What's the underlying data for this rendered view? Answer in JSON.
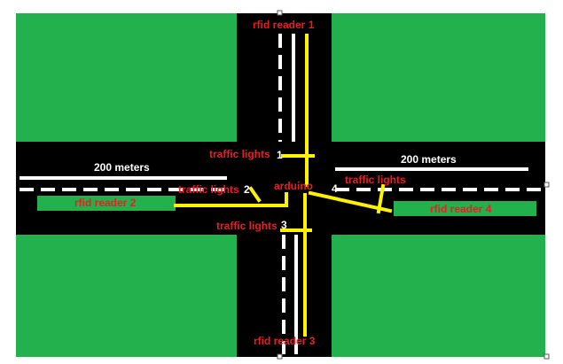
{
  "labels": {
    "rfid_reader_1": "rfid reader 1",
    "rfid_reader_2": "rfid reader 2",
    "rfid_reader_3": "rfid reader 3",
    "rfid_reader_4": "rfid reader 4",
    "traffic_lights_1": "traffic lights",
    "traffic_lights_2": "traffic lights",
    "traffic_lights_3": "traffic lights",
    "traffic_lights_4": "traffic lights",
    "num_1": "1",
    "num_2": "2",
    "num_3": "3",
    "num_4": "4",
    "arduino": "arduino",
    "distance_left": "200 meters",
    "distance_right": "200 meters"
  },
  "colors": {
    "grass": "#22b14c",
    "road": "#000000",
    "lane_marking": "#ffffff",
    "wire": "#fff200",
    "label_red": "#ed1c24",
    "reader_box": "#22b14c"
  }
}
